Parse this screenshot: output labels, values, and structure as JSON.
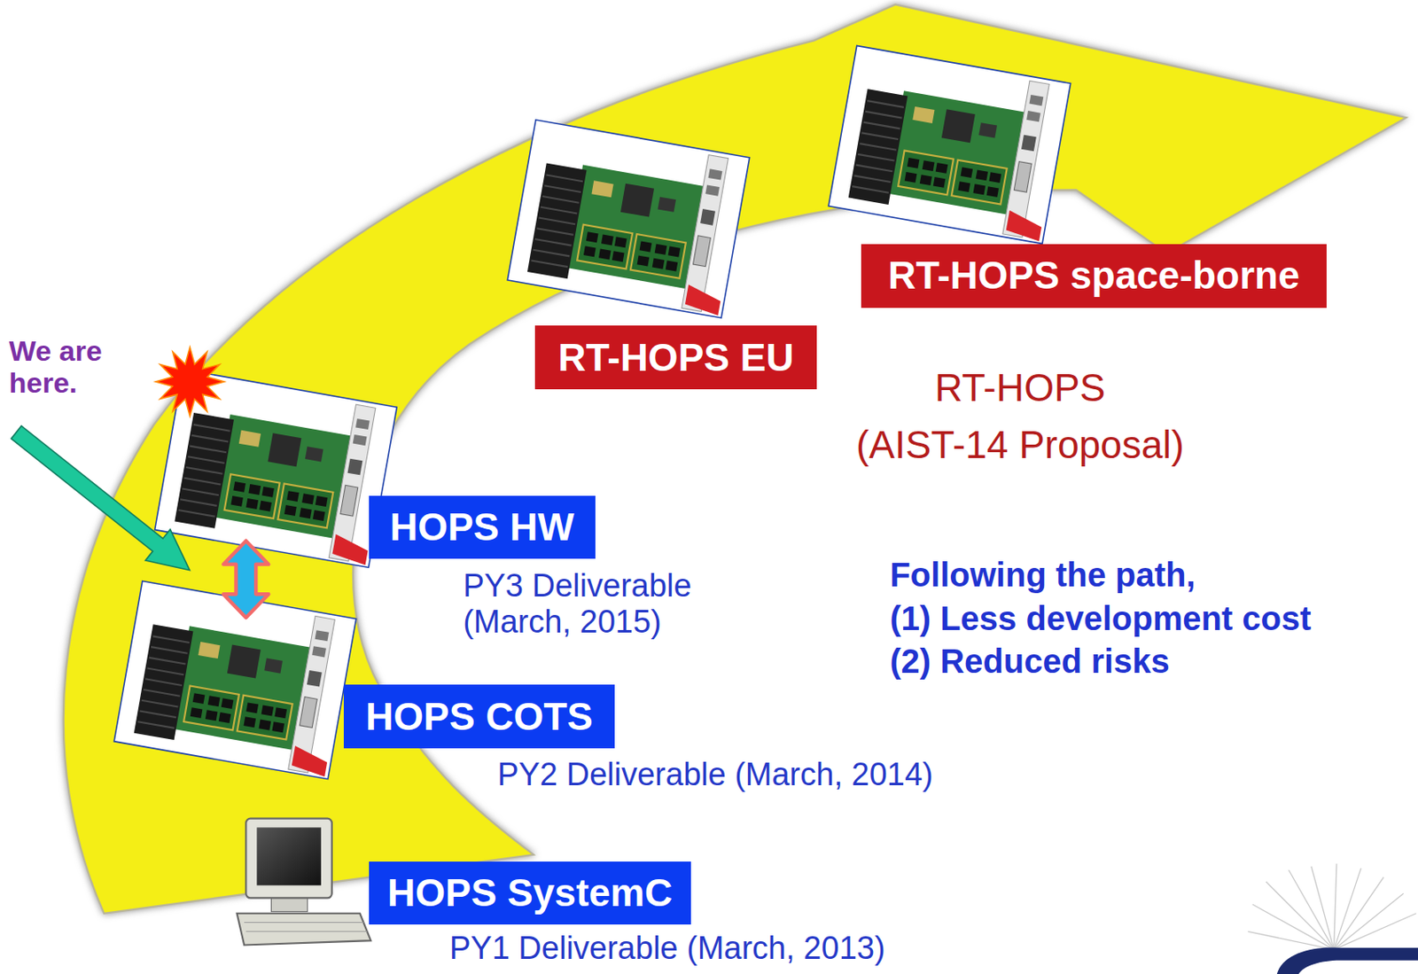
{
  "diagram": {
    "nodes": [
      {
        "text": [
          "RT-HOPS space-borne"
        ]
      },
      {
        "text": [
          "RT-HOPS EU"
        ]
      },
      {
        "text": [
          "HOPS HW"
        ]
      },
      {
        "text": [
          "HOPS COTS"
        ]
      },
      {
        "text": [
          "HOPS SystemC"
        ]
      }
    ],
    "labels": [
      "We are here.",
      "RT-HOPS",
      "(AIST-14 Proposal)",
      "PY3 Deliverable (March, 2015)",
      "Following the path,",
      "(1) Less development cost",
      "(2) Reduced risks",
      "PY2 Deliverable (March, 2014)",
      "PY1 Deliverable (March, 2013)"
    ]
  }
}
